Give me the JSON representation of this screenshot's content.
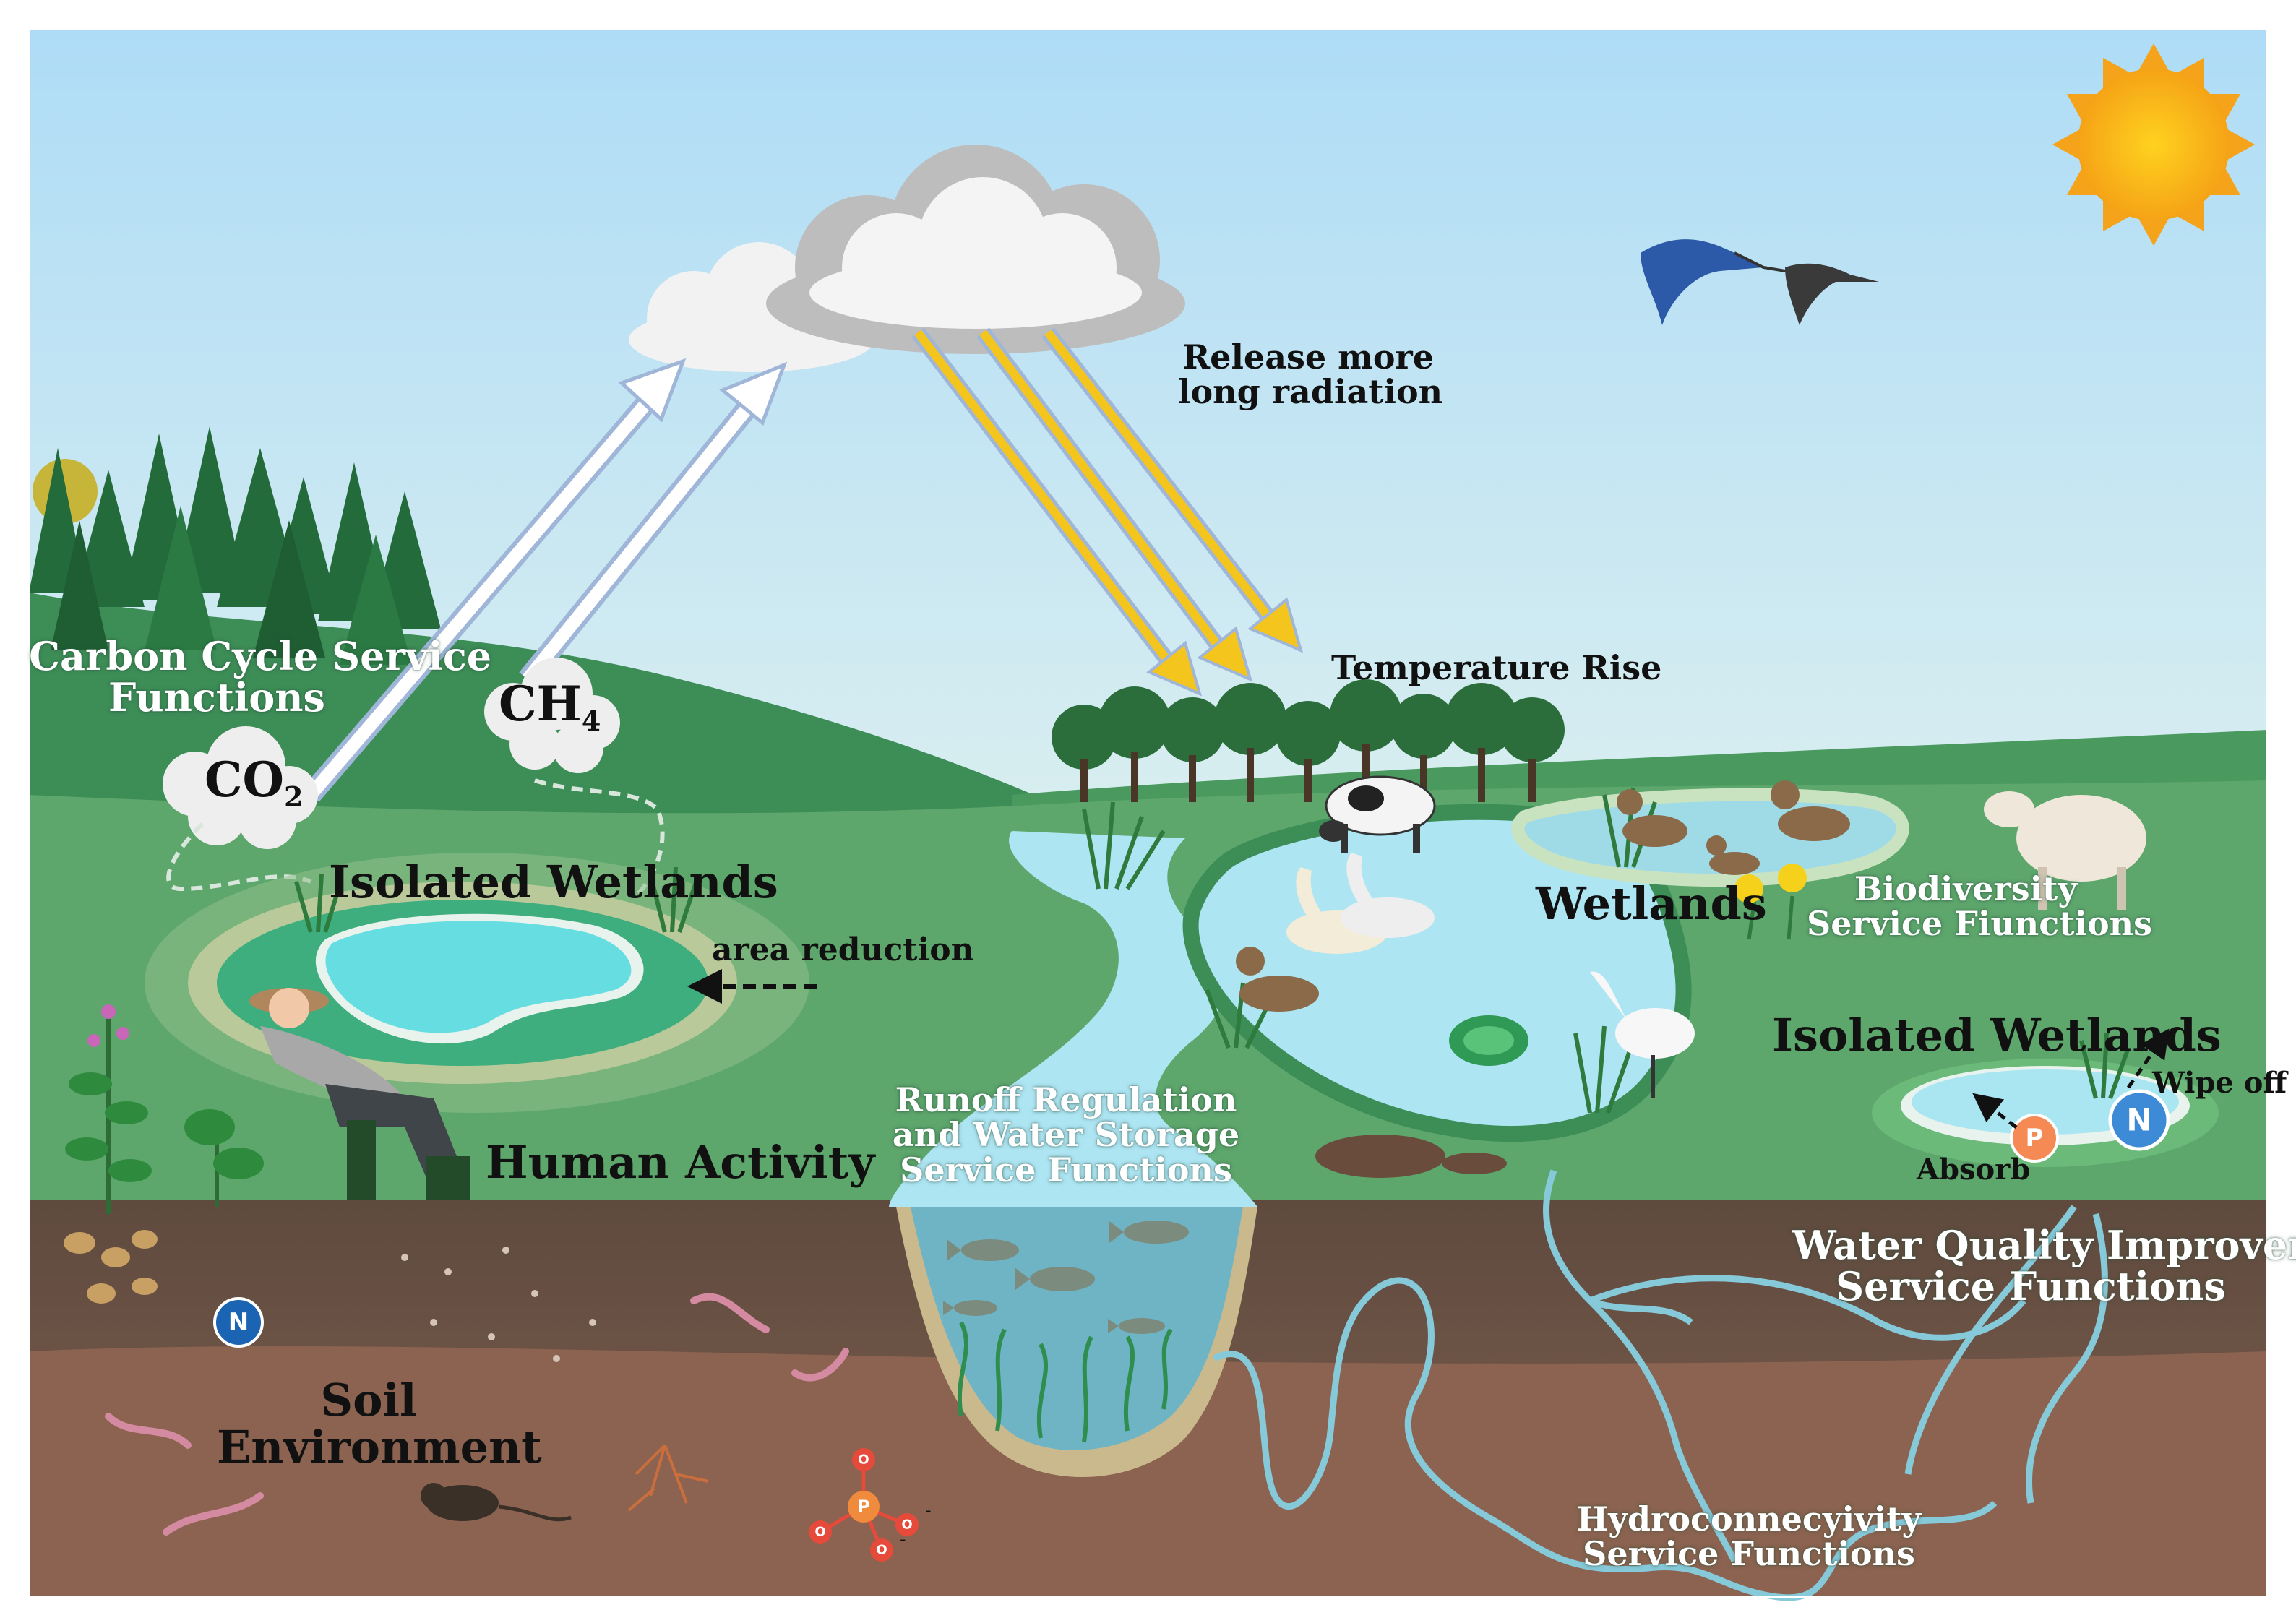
{
  "labels": {
    "carbon_cycle": [
      "Carbon Cycle Service",
      "Functions"
    ],
    "co2": {
      "main": "CO",
      "sub": "2"
    },
    "ch4": {
      "main": "CH",
      "sub": "4"
    },
    "isolated_wetlands_left": "Isolated Wetlands",
    "area_reduction": "area reduction",
    "human_activity": "Human Activity",
    "soil_environment": [
      "Soil",
      "Environment"
    ],
    "release_radiation": [
      "Release more",
      "long radiation"
    ],
    "temperature_rise": "Temperature Rise",
    "wetlands": "Wetlands",
    "biodiversity": [
      "Biodiversity",
      "Service Fiunctions"
    ],
    "isolated_wetlands_right": "Isolated Wetlands",
    "wipe_off": "Wipe off",
    "absorb": "Absorb",
    "runoff": [
      "Runoff Regulation",
      "and Water Storage",
      "Service Functions"
    ],
    "water_quality": [
      "Water Quality Improvement",
      "Service Functions"
    ],
    "hydro": [
      "Hydroconnecyivity",
      "Service Functions"
    ]
  },
  "ions": {
    "nitrogen": "N",
    "phosphorus": "P",
    "oxygen": "O",
    "minus": "-"
  },
  "colors": {
    "sky": "#bfe3f5",
    "hill_dark": "#3f8f58",
    "grass": "#5aa56b",
    "soil_top": "#6a5446",
    "soil_bottom": "#8c6450",
    "water": "#a9e6f2",
    "arrow_yellow": "#f3c51d",
    "arrow_white": "#ffffff",
    "sun": "#f7b71a"
  }
}
